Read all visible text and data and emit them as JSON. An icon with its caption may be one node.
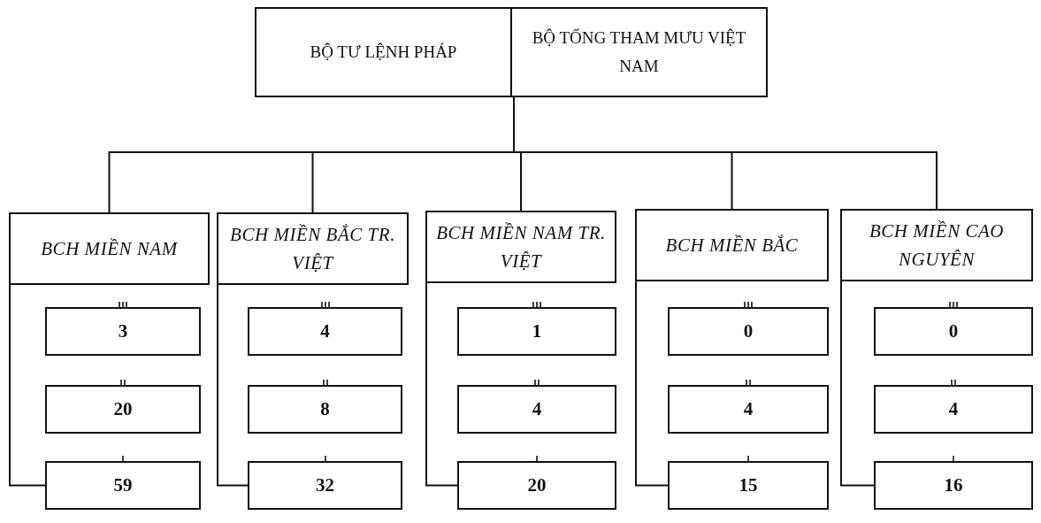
{
  "diagram": {
    "nodes": [
      {
        "text": [
          "BỘ TƯ LỆNH PHÁP",
          "BỘ TỔNG THAM MƯU VIỆT NAM"
        ]
      },
      {
        "text": [
          "BCH MIỀN NAM"
        ]
      },
      {
        "text": [
          "3"
        ]
      },
      {
        "text": [
          "20"
        ]
      },
      {
        "text": [
          "59"
        ]
      },
      {
        "text": [
          "BCH MIỀN BẮC TR. VIỆT"
        ]
      },
      {
        "text": [
          "4"
        ]
      },
      {
        "text": [
          "8"
        ]
      },
      {
        "text": [
          "32"
        ]
      },
      {
        "text": [
          "BCH MIỀN NAM TR. VIỆT"
        ]
      },
      {
        "text": [
          "1"
        ]
      },
      {
        "text": [
          "4"
        ]
      },
      {
        "text": [
          "20"
        ]
      },
      {
        "text": [
          "BCH MIỀN BẮC"
        ]
      },
      {
        "text": [
          "0"
        ]
      },
      {
        "text": [
          "4"
        ]
      },
      {
        "text": [
          "15"
        ]
      },
      {
        "text": [
          "BCH MIỀN CAO NGUYÊN"
        ]
      },
      {
        "text": [
          "0"
        ]
      },
      {
        "text": [
          "4"
        ]
      },
      {
        "text": [
          "16"
        ]
      }
    ],
    "edges": [
      {
        "from": 0,
        "to": 1,
        "arrow": "none"
      },
      {
        "from": 0,
        "to": 5,
        "arrow": "none"
      },
      {
        "from": 0,
        "to": 9,
        "arrow": "none"
      },
      {
        "from": 0,
        "to": 13,
        "arrow": "none"
      },
      {
        "from": 0,
        "to": 17,
        "arrow": "none"
      },
      {
        "from": 1,
        "to": 4,
        "arrow": "none"
      },
      {
        "from": 5,
        "to": 8,
        "arrow": "none"
      },
      {
        "from": 9,
        "to": 12,
        "arrow": "none"
      },
      {
        "from": 13,
        "to": 16,
        "arrow": "none"
      },
      {
        "from": 17,
        "to": 20,
        "arrow": "none"
      }
    ]
  }
}
